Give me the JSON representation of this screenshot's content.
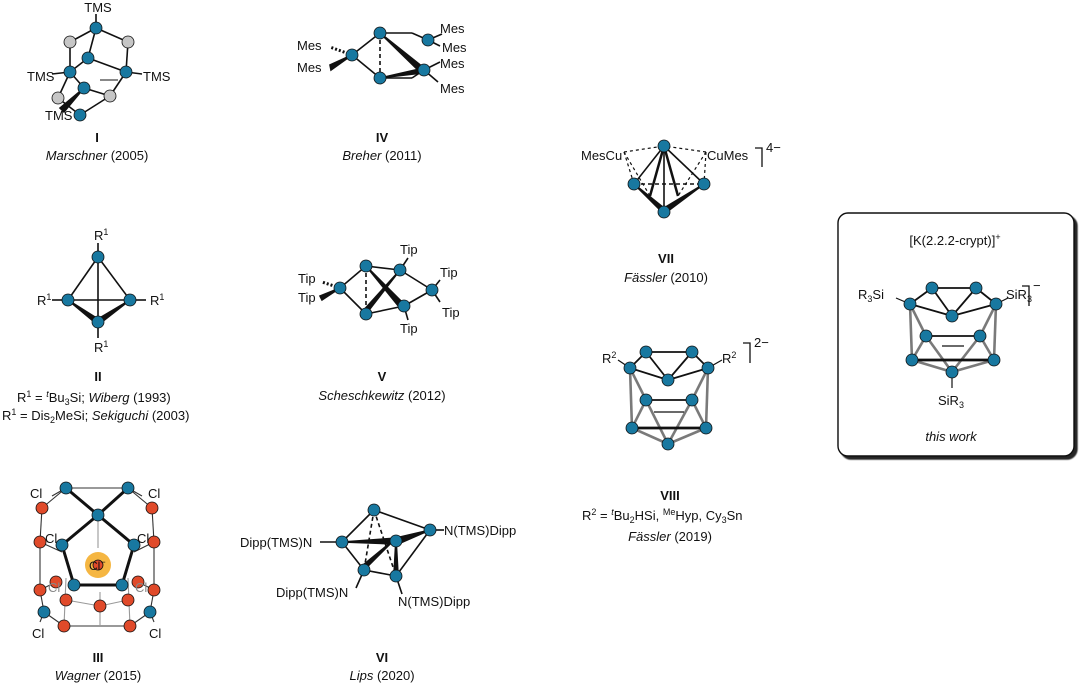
{
  "colors": {
    "atom_si": "#1878a0",
    "atom_grey": "#c6c6c6",
    "atom_red": "#e04a2a",
    "chloride": "#f5b642",
    "bond": "#111111",
    "cage_grey": "#7a7a7a"
  },
  "compounds": {
    "I": {
      "numeral": "I",
      "author": "Marschner",
      "year": " (2005)",
      "subs": [
        "TMS",
        "TMS",
        "TMS",
        "TMS"
      ]
    },
    "II": {
      "numeral": "II",
      "r_label": "R",
      "r_sup": "1",
      "line1": {
        "pre": "R",
        "pre_sup": "1",
        "eq": " = ",
        "t": "t",
        "body": "Bu",
        "sub": "3",
        "tail": "Si; ",
        "author": "Wiberg",
        "year": " (1993)"
      },
      "line2": {
        "pre": "R",
        "pre_sup": "1",
        "eq": " = Dis",
        "sub": "2",
        "tail": "MeSi; ",
        "author": "Sekiguchi",
        "year": " (2003)"
      }
    },
    "III": {
      "numeral": "III",
      "author": "Wagner",
      "year": " (2015)",
      "cl": "Cl",
      "chloride": "Cl",
      "chloride_charge": "−"
    },
    "IV": {
      "numeral": "IV",
      "author": "Breher",
      "year": " (2011)",
      "sub": "Mes"
    },
    "V": {
      "numeral": "V",
      "author": "Scheschkewitz",
      "year": " (2012)",
      "sub": "Tip"
    },
    "VI": {
      "numeral": "VI",
      "author": "Lips",
      "year": " (2020)",
      "sub_left": "Dipp(TMS)N",
      "sub_right": "N(TMS)Dipp"
    },
    "VII": {
      "numeral": "VII",
      "author": "Fässler",
      "year": " (2010)",
      "sub_left": "MesCu",
      "sub_right": "CuMes",
      "charge": "4−"
    },
    "VIII": {
      "numeral": "VIII",
      "author": "Fässler",
      "year": " (2019)",
      "r_label": "R",
      "r_sup": "2",
      "charge": "2−",
      "line1": {
        "pre": "R",
        "pre_sup": "2",
        "eq": " = ",
        "t": "t",
        "body": "Bu",
        "sub": "2",
        "tail": "HSi, ",
        "me": "Me",
        "hyp": "Hyp, Cy",
        "sub2": "3",
        "sn": "Sn"
      }
    },
    "this_work": {
      "cation": "[K(2.2.2-crypt)]",
      "cation_charge": "+",
      "anion_charge": "−",
      "r3si": "R",
      "r3si_sub": "3",
      "r3si_tail": "Si",
      "sir3": "SiR",
      "sir3_sub": "3",
      "caption": "this work"
    }
  }
}
